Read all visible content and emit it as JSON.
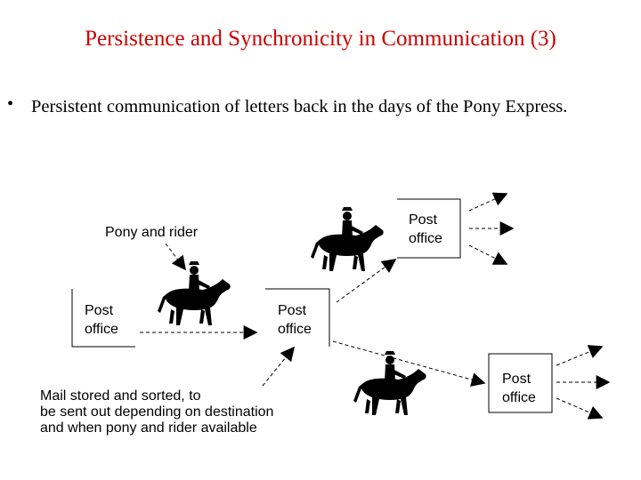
{
  "slide": {
    "title": "Persistence and Synchronicity in Communication (3)",
    "bullet_marker": "•",
    "bullet": "Persistent communication of letters back in the days of the Pony Express."
  },
  "diagram": {
    "pony_label": "Pony and rider",
    "offices": [
      {
        "line1": "Post",
        "line2": "office"
      },
      {
        "line1": "Post",
        "line2": "office"
      },
      {
        "line1": "Post",
        "line2": "office"
      },
      {
        "line1": "Post",
        "line2": "office"
      }
    ],
    "caption": {
      "line1": "Mail stored and sorted, to",
      "line2": "be sent out depending on destination",
      "line3": "and when pony and rider available"
    }
  }
}
